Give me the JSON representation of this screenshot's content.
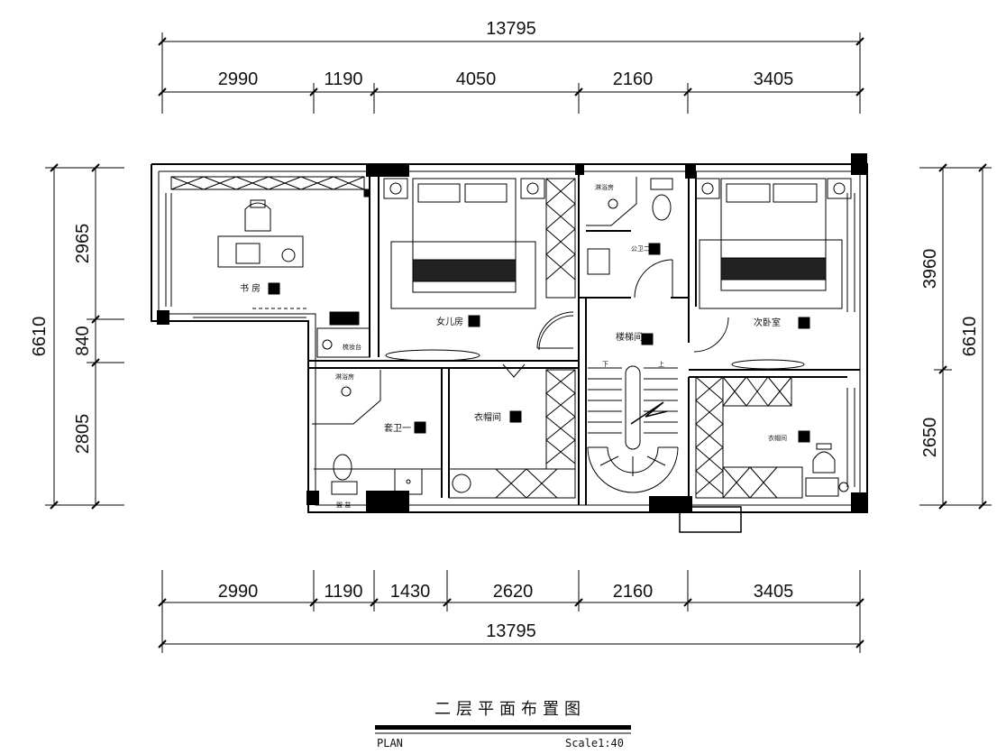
{
  "drawing": {
    "title": "二层平面布置图",
    "plan_label": "PLAN",
    "scale_label": "Scale1:40"
  },
  "dimensions": {
    "top_total": "13795",
    "top": [
      "2990",
      "1190",
      "4050",
      "2160",
      "3405"
    ],
    "bottom": [
      "2990",
      "1190",
      "1430",
      "2620",
      "2160",
      "3405"
    ],
    "bottom_total": "13795",
    "left_total": "6610",
    "left": [
      "2965",
      "840",
      "2805"
    ],
    "right_total": "6610",
    "right": [
      "3960",
      "2650"
    ]
  },
  "rooms": {
    "study": "书 房",
    "dresser": "梳妆台",
    "daughter": "女儿房",
    "shower_1": "淋浴房",
    "ensuite_bath": "套卫一",
    "closet_1": "衣帽间",
    "shower_2": "淋浴房",
    "public_bath": "公卫二",
    "stairwell": "楼梯间",
    "second_bedroom": "次卧室",
    "closet_2": "衣帽间",
    "stair_up": "上",
    "stair_down": "下",
    "vanity": "盥 盆"
  }
}
